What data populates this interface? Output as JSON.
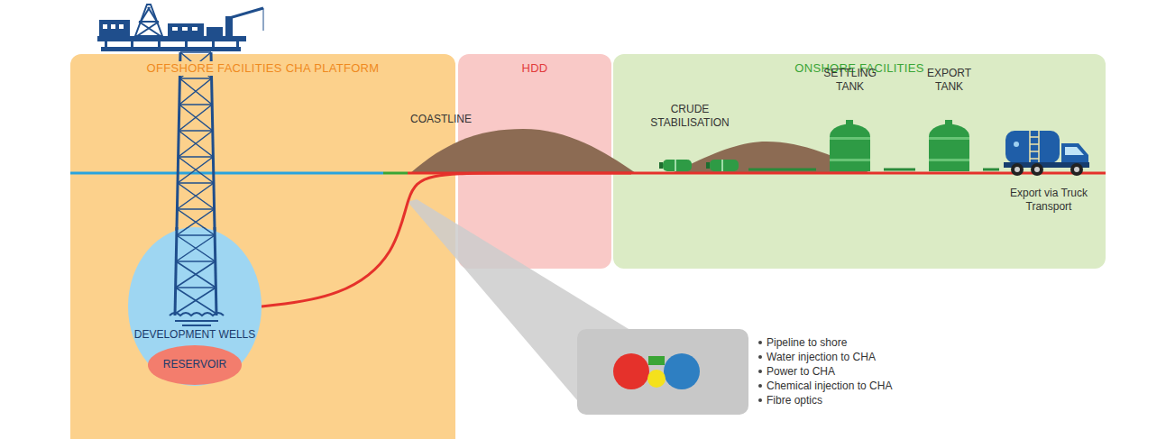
{
  "diagram": {
    "nodes": [
      {
        "text": [
          "OFFSHORE FACILITIES CHA PLATFORM"
        ]
      },
      {
        "text": [
          "DEVELOPMENT WELLS"
        ],
        "in": 0
      },
      {
        "text": [
          "RESERVOIR"
        ],
        "in": 1
      },
      {
        "text": [
          "HDD"
        ]
      },
      {
        "text": [
          "ONSHORE FACILITIES"
        ]
      },
      {
        "text": [
          "CRUDE STABILISATION"
        ],
        "in": 4
      },
      {
        "text": [
          "SETTLING TANK"
        ],
        "in": 4
      },
      {
        "text": [
          "EXPORT TANK"
        ],
        "in": 4
      },
      {
        "text": [
          "Export via Truck Transport"
        ],
        "in": 4
      }
    ],
    "edges": [
      {
        "from": 1,
        "to": 5,
        "arrow": "none"
      },
      {
        "from": 5,
        "to": 6,
        "arrow": "none"
      },
      {
        "from": 6,
        "to": 7,
        "arrow": "none"
      },
      {
        "from": 7,
        "to": 8,
        "arrow": "none"
      }
    ],
    "labels": [
      "COASTLINE",
      "Pipeline to shore",
      "Water injection to CHA",
      "Power to CHA",
      "Chemical injection to CHA",
      "Fibre optics"
    ]
  }
}
